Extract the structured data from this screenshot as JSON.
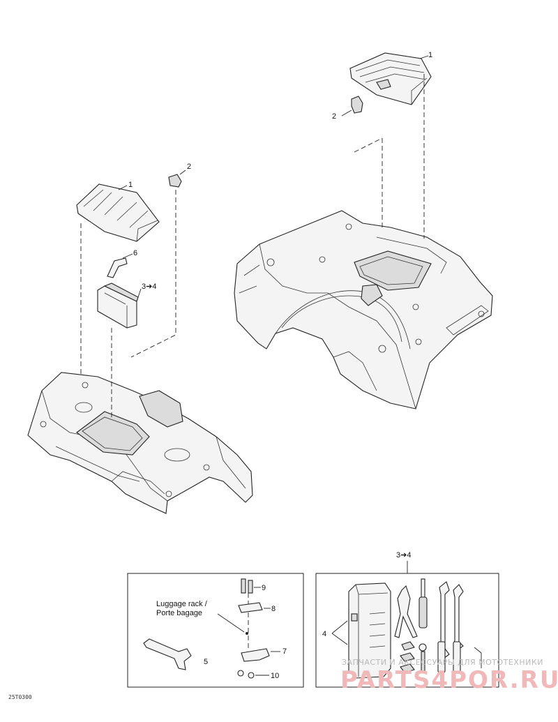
{
  "callouts": {
    "c1_right": "1",
    "c2_right": "2",
    "c2_left": "2",
    "c1_left": "1",
    "c6": "6",
    "c34_left": "3➔4",
    "c34_kit": "3➔4",
    "c9": "9",
    "c8": "8",
    "c7": "7",
    "c10": "10",
    "c5": "5",
    "c4": "4"
  },
  "luggage_note": {
    "line1": "Luggage rack /",
    "line2": "Porte bagage"
  },
  "diagram_code": "25T0300",
  "watermark": {
    "top": "ЗАПЧАСТИ И АКСЕССУАРЫ ДЛЯ МОТОТЕХНИКИ",
    "main": "PARTS4POR.RU"
  }
}
